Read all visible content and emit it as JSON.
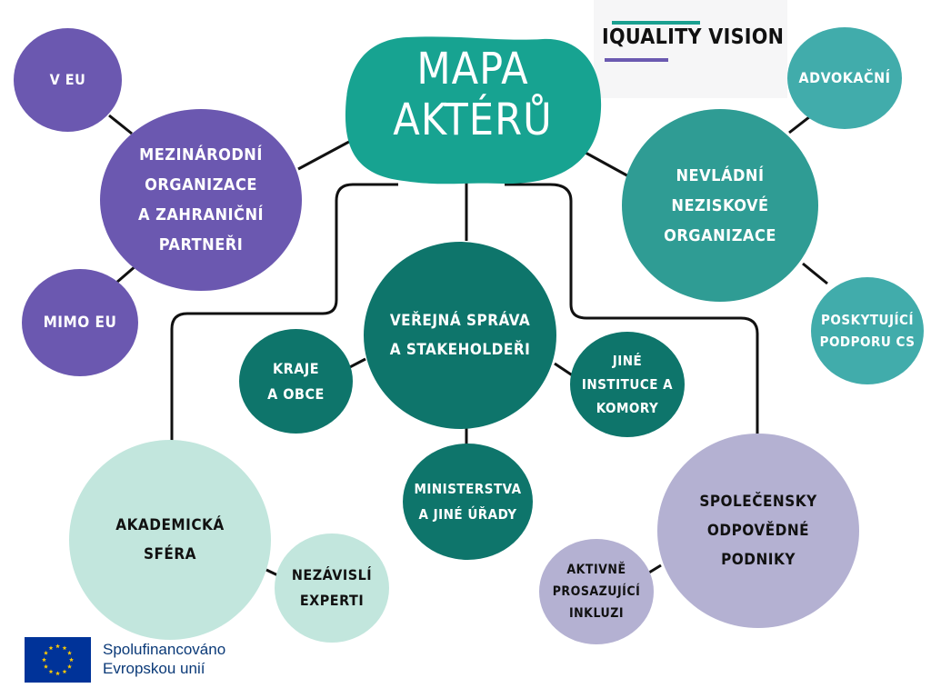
{
  "logo": {
    "text": "IQUALITY VISION"
  },
  "center": {
    "label": "MAPA\nAKTÉRŮ"
  },
  "nodes": {
    "v_eu": "V EU",
    "mezinarodni": "MEZINÁRODNÍ\nORGANIZACE\nA ZAHRANIČNÍ\nPARTNEŘI",
    "mimo_eu": "MIMO EU",
    "advokacni": "ADVOKAČNÍ",
    "nevladni": "NEVLÁDNÍ\nNEZISKOVÉ\nORGANIZACE",
    "poskytujici": "POSKYTUJÍCÍ\nPODPORU CS",
    "verejna": "VEŘEJNÁ SPRÁVA\nA STAKEHOLDEŘI",
    "kraje": "KRAJE\nA OBCE",
    "jine": "JINÉ\nINSTITUCE A\nKOMORY",
    "ministerstva": "MINISTERSTVA\nA JINÉ ÚŘADY",
    "akademicka": "AKADEMICKÁ\nSFÉRA",
    "nezavisli": "NEZÁVISLÍ\nEXPERTI",
    "spolecensky": "SPOLEČENSKY\nODPOVĚDNÉ\nPODNIKY",
    "aktivne": "AKTIVNĚ\nPROSAZUJÍCÍ\nINKLUZI"
  },
  "footer": {
    "eu_text": "Spolufinancováno\nEvropskou unií"
  },
  "colors": {
    "purple": "#6b58b0",
    "teal_main": "#17a391",
    "teal_dark": "#0e756b",
    "teal_medium": "#2f9c94",
    "teal_light": "#41acab",
    "mint": "#c2e6dd",
    "lavender": "#b4b1d2",
    "line": "#111111",
    "eu_blue": "#003399",
    "eu_yellow": "#ffcc00"
  }
}
